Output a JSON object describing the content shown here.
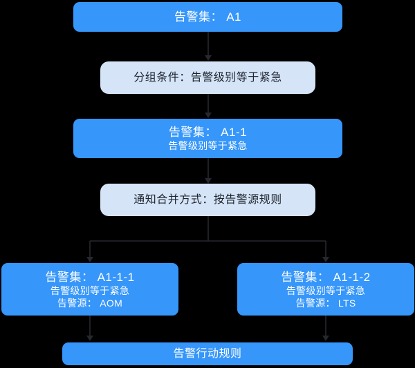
{
  "colors": {
    "background": "#000000",
    "primary_box": "#3696fa",
    "light_box": "#d5e5f7",
    "primary_text": "#ffffff",
    "light_text": "#1f2430",
    "connector": "#26282f"
  },
  "flowchart": {
    "nodes": {
      "a1": {
        "title": "告警集： A1"
      },
      "group_condition": {
        "label": "分组条件：告警级别等于紧急"
      },
      "a1_1": {
        "title": "告警集： A1-1",
        "line2": "告警级别等于紧急"
      },
      "merge_method": {
        "label": "通知合并方式：按告警源规则"
      },
      "a1_1_1": {
        "title": "告警集： A1-1-1",
        "line2": "告警级别等于紧急",
        "line3": "告警源： AOM"
      },
      "a1_1_2": {
        "title": "告警集： A1-1-2",
        "line2": "告警级别等于紧急",
        "line3": "告警源： LTS"
      },
      "action_rule": {
        "label": "告警行动规则"
      }
    }
  }
}
